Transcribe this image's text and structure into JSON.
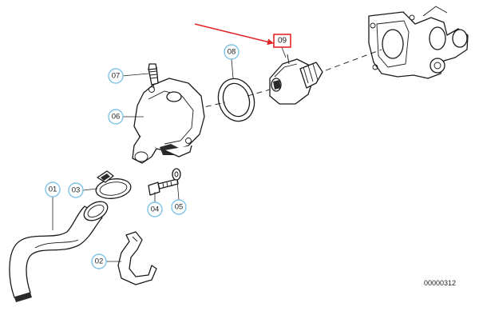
{
  "callouts": {
    "part01": "01",
    "part02": "02",
    "part03": "03",
    "part04": "04",
    "part05": "05",
    "part06": "06",
    "part07": "07",
    "part08": "08"
  },
  "highlighted_callout": "09",
  "diagram_code": "00000312",
  "colors": {
    "callout_ring": "#7fc4e8",
    "highlight_box": "#e3262a",
    "highlight_arrow": "#e3262a",
    "line_art": "#1a1a1a"
  }
}
